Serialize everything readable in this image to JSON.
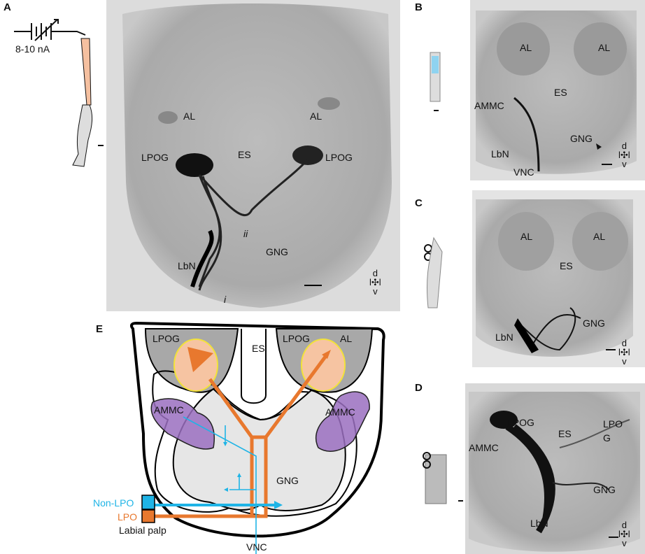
{
  "panels": {
    "A": {
      "letter": "A",
      "current": "8-10 nA",
      "labels": {
        "al_left": "AL",
        "al_right": "AL",
        "es": "ES",
        "lpog_left": "LPOG",
        "lpog_right": "LPOG",
        "ii": "ii",
        "gng": "GNG",
        "lbn": "LbN",
        "i": "i"
      }
    },
    "B": {
      "letter": "B",
      "labels": {
        "al_left": "AL",
        "al_right": "AL",
        "es": "ES",
        "ammc": "AMMC",
        "gng": "GNG",
        "lbn": "LbN",
        "vnc": "VNC"
      }
    },
    "C": {
      "letter": "C",
      "labels": {
        "al_left": "AL",
        "al_right": "AL",
        "es": "ES",
        "gng": "GNG",
        "lbn": "LbN"
      }
    },
    "D": {
      "letter": "D",
      "labels": {
        "lpog": "LPOG",
        "lpo_g": "LPO\nG",
        "es": "ES",
        "ammc": "AMMC",
        "gng": "GNG",
        "lbn": "LbN"
      }
    },
    "E": {
      "letter": "E",
      "labels": {
        "lpog_left": "LPOG",
        "es": "ES",
        "lpog_right": "LPOG",
        "al": "AL",
        "ammc_left": "AMMC",
        "ammc_right": "AMMC",
        "gng": "GNG",
        "non_lpo": "Non-LPO",
        "lpo": "LPO",
        "labial_palp": "Labial palp",
        "vnc": "VNC"
      }
    }
  },
  "axis": {
    "d": "d",
    "v": "v",
    "l": "l"
  },
  "colors": {
    "lpo": "#e8782e",
    "non_lpo": "#1fb4e6",
    "lpog_fill": "#f6c4a2",
    "ammc": "#9a6fc0",
    "gng": "#e6e6e6",
    "al": "#a8a8a8"
  }
}
